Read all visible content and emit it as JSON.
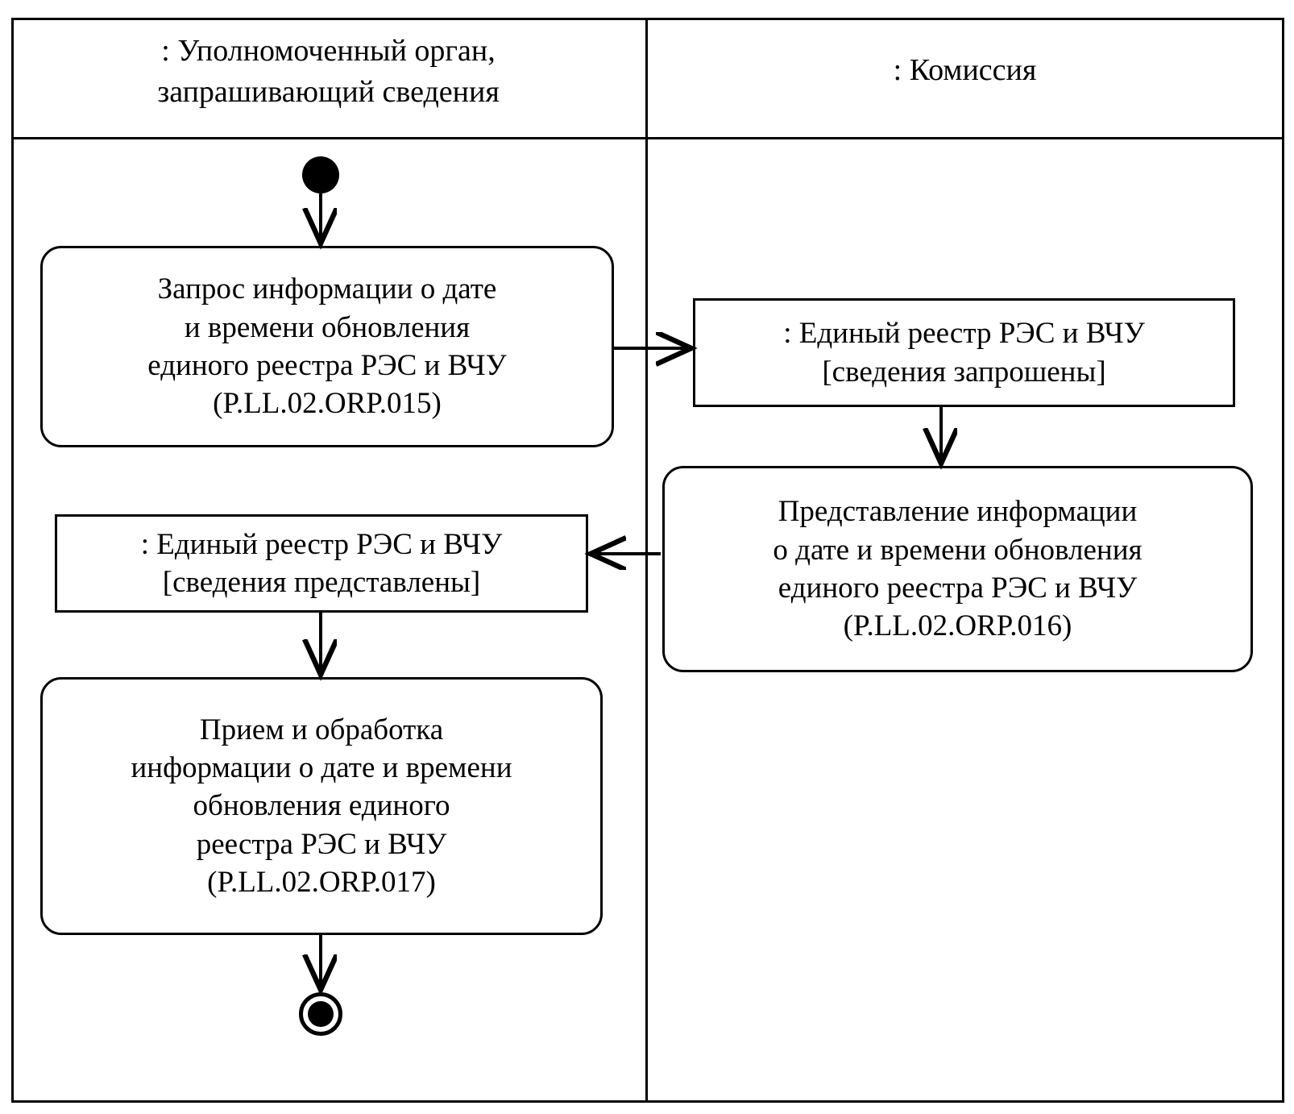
{
  "diagram": {
    "type": "uml-activity-swimlane",
    "language": "ru",
    "stroke_color": "#000000",
    "background_color": "#ffffff"
  },
  "lanes": [
    {
      "id": "lane-left",
      "title": ": Уполномоченный орган,\nзапрашивающий сведения"
    },
    {
      "id": "lane-right",
      "title": ": Комиссия"
    }
  ],
  "nodes": {
    "start": {
      "kind": "initial-node",
      "lane": "lane-left"
    },
    "activity_request": {
      "kind": "activity",
      "lane": "lane-left",
      "label": "Запрос информации о дате\nи времени обновления\nединого реестра РЭС и ВЧУ\n(P.LL.02.ORP.015)",
      "code": "P.LL.02.ORP.015"
    },
    "object_requested": {
      "kind": "object-node",
      "lane": "lane-right",
      "label": ": Единый реестр РЭС и ВЧУ\n[сведения запрошены]",
      "state": "[сведения запрошены]"
    },
    "activity_provide": {
      "kind": "activity",
      "lane": "lane-right",
      "label": "Представление информации\nо дате и времени обновления\nединого реестра РЭС и ВЧУ\n(P.LL.02.ORP.016)",
      "code": "P.LL.02.ORP.016"
    },
    "object_provided": {
      "kind": "object-node",
      "lane": "lane-left",
      "label": ": Единый реестр РЭС и ВЧУ\n[сведения представлены]",
      "state": "[сведения представлены]"
    },
    "activity_receive": {
      "kind": "activity",
      "lane": "lane-left",
      "label": "Прием и обработка\nинформации о дате и времени\nобновления единого\nреестра РЭС и ВЧУ\n(P.LL.02.ORP.017)",
      "code": "P.LL.02.ORP.017"
    },
    "end": {
      "kind": "final-node",
      "lane": "lane-left"
    }
  },
  "edges": [
    {
      "from": "start",
      "to": "activity_request",
      "direction": "down"
    },
    {
      "from": "activity_request",
      "to": "object_requested",
      "direction": "right"
    },
    {
      "from": "object_requested",
      "to": "activity_provide",
      "direction": "down"
    },
    {
      "from": "activity_provide",
      "to": "object_provided",
      "direction": "left"
    },
    {
      "from": "object_provided",
      "to": "activity_receive",
      "direction": "down"
    },
    {
      "from": "activity_receive",
      "to": "end",
      "direction": "down"
    }
  ]
}
